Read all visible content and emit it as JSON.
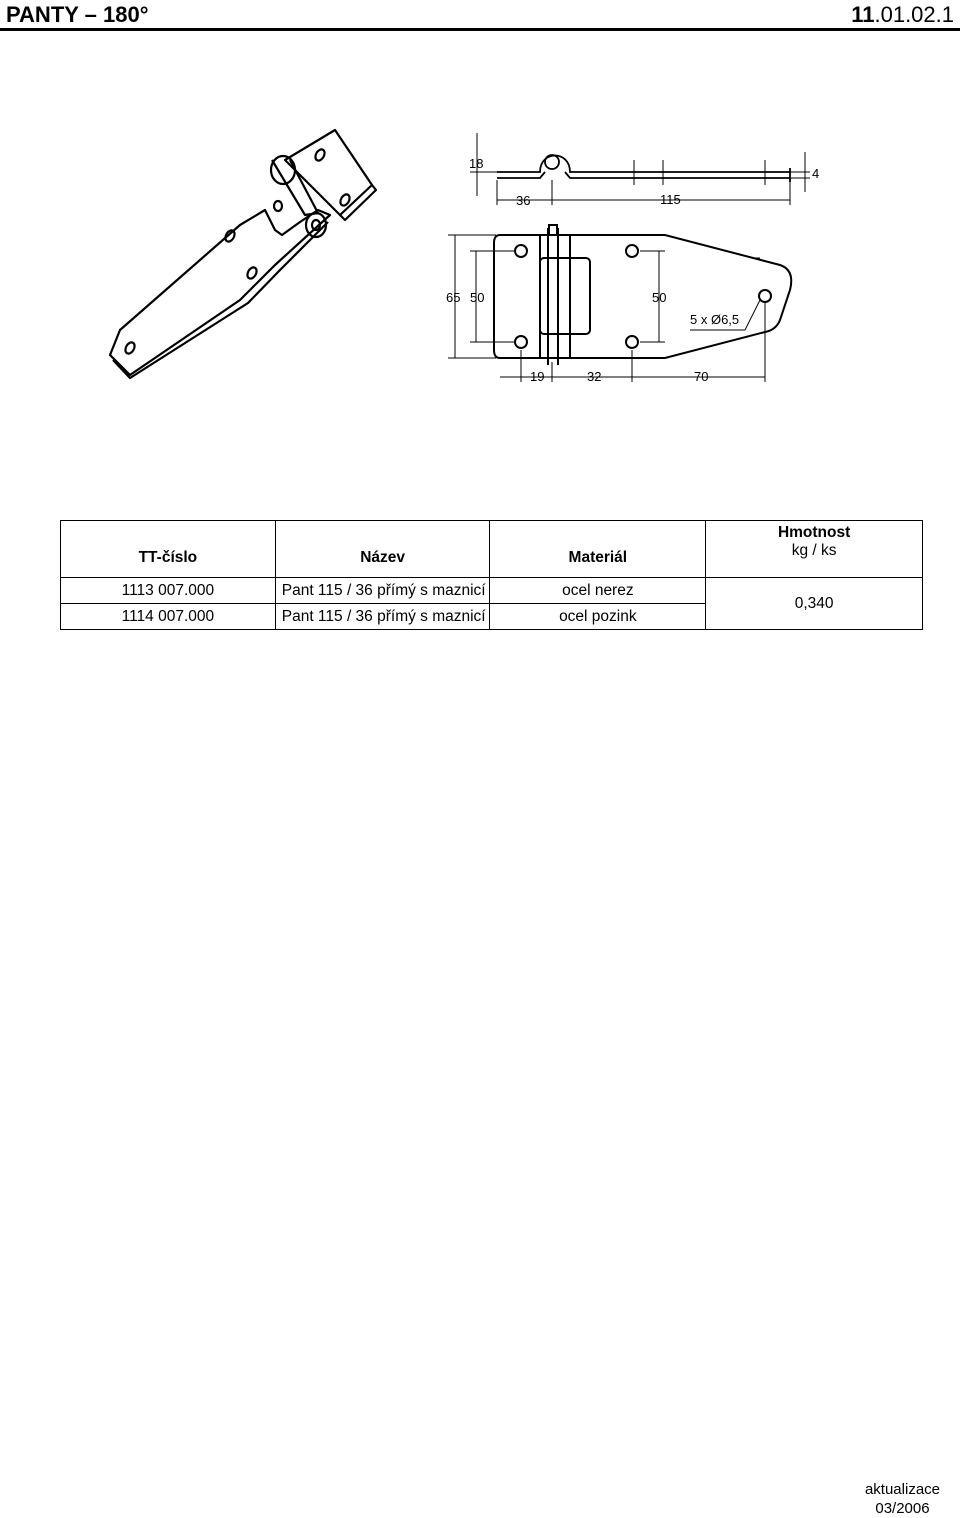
{
  "header": {
    "title": "PANTY – 180°",
    "code_bold": "11",
    "code_rest": ".01.02.1"
  },
  "drawing": {
    "dims": {
      "d18": "18",
      "d4": "4",
      "d36": "36",
      "d115": "115",
      "d65": "65",
      "d50a": "50",
      "d50b": "50",
      "d19": "19",
      "d32": "32",
      "d70": "70",
      "holes": "5 x Ø6,5"
    }
  },
  "table": {
    "headers": {
      "tt": "TT-číslo",
      "name": "Název",
      "material": "Materiál",
      "weight_title": "Hmotnost",
      "weight_unit": "kg / ks"
    },
    "rows": [
      {
        "tt": "1113 007.000",
        "name": "Pant 115 / 36 přímý s maznicí",
        "material": "ocel nerez"
      },
      {
        "tt": "1114 007.000",
        "name": "Pant 115 / 36 přímý s maznicí",
        "material": "ocel pozink"
      }
    ],
    "weight": "0,340"
  },
  "footer": {
    "line1": "aktualizace",
    "line2": "03/2006"
  }
}
